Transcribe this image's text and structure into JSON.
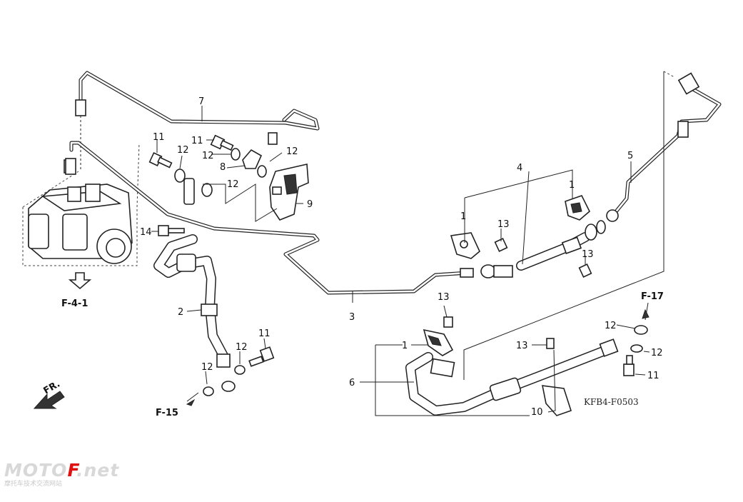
{
  "diagram": {
    "part_numbers": {
      "p1a": "1",
      "p1b": "1",
      "p1c": "1",
      "p2": "2",
      "p3": "3",
      "p4": "4",
      "p5": "5",
      "p6": "6",
      "p7": "7",
      "p8": "8",
      "p9": "9",
      "p10": "10",
      "p11a": "11",
      "p11b": "11",
      "p11c": "11",
      "p11d": "11",
      "p12a": "12",
      "p12b": "12",
      "p12c": "12",
      "p12d": "12",
      "p12e": "12",
      "p12f": "12",
      "p12g": "12",
      "p13a": "13",
      "p13b": "13",
      "p13c": "13",
      "p13d": "13",
      "p14": "14"
    },
    "references": {
      "f4_1": "F-4-1",
      "f15": "F-15",
      "f17": "F-17"
    },
    "direction_label": "FR.",
    "diagram_code": "KFB4-F0503"
  },
  "watermark": {
    "brand_prefix": "MOTO",
    "brand_highlight": "F",
    "brand_suffix": ".net",
    "tagline": "摩托车技术交流网站"
  }
}
